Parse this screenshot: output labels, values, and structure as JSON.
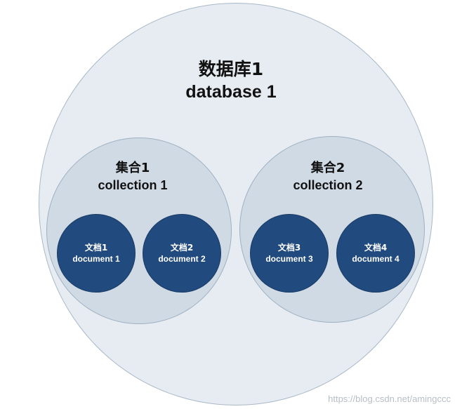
{
  "database": {
    "label_cn": "数据库1",
    "label_en": "database 1"
  },
  "collections": [
    {
      "label_cn": "集合1",
      "label_en": "collection 1"
    },
    {
      "label_cn": "集合2",
      "label_en": "collection 2"
    }
  ],
  "documents": [
    {
      "label_cn": "文档1",
      "label_en": "document 1"
    },
    {
      "label_cn": "文档2",
      "label_en": "document 2"
    },
    {
      "label_cn": "文档3",
      "label_en": "document 3"
    },
    {
      "label_cn": "文档4",
      "label_en": "document 4"
    }
  ],
  "watermark": "https://blog.csdn.net/amingccc",
  "colors": {
    "database_fill": "#e6ecf2",
    "collection_fill": "#d0dae5",
    "document_fill": "#214a7e",
    "document_text": "#ffffff"
  }
}
